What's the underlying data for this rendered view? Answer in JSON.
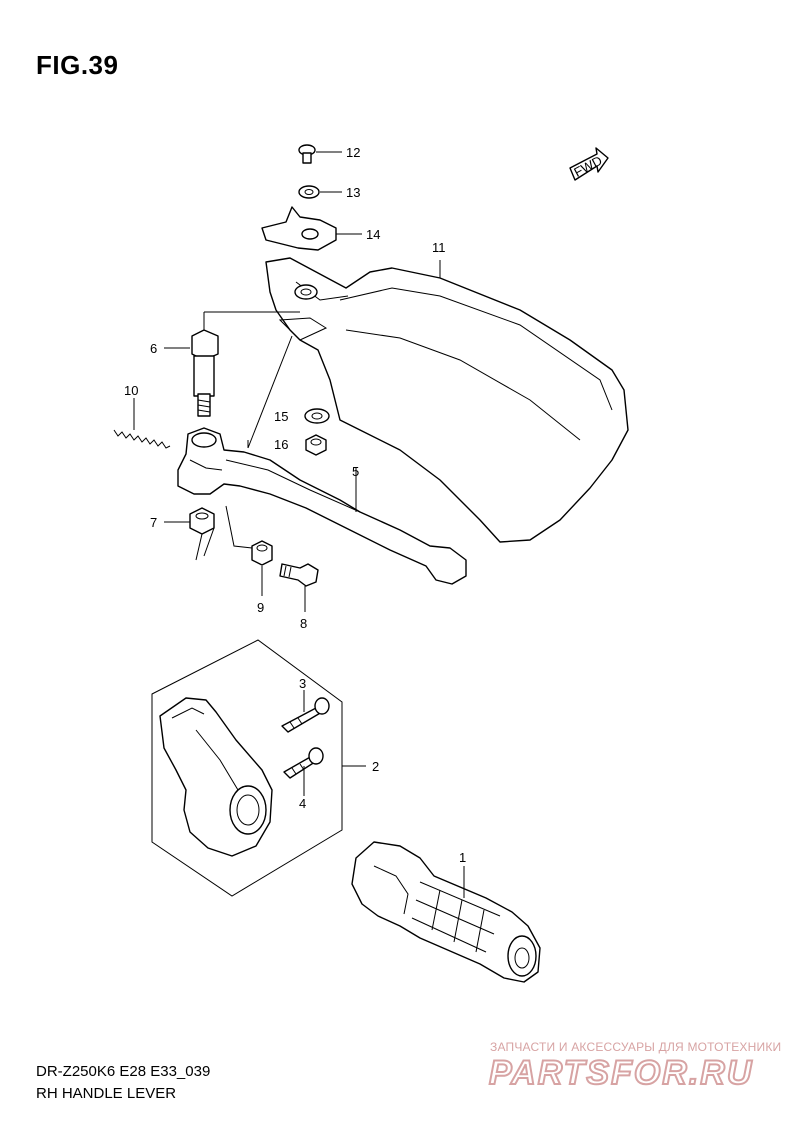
{
  "figure": {
    "title": "FIG.39"
  },
  "direction_marker": {
    "text": "FWD"
  },
  "callouts": [
    {
      "id": "12",
      "label": "12"
    },
    {
      "id": "13",
      "label": "13"
    },
    {
      "id": "14",
      "label": "14"
    },
    {
      "id": "11",
      "label": "11"
    },
    {
      "id": "6",
      "label": "6"
    },
    {
      "id": "10",
      "label": "10"
    },
    {
      "id": "15",
      "label": "15"
    },
    {
      "id": "16",
      "label": "16"
    },
    {
      "id": "5",
      "label": "5"
    },
    {
      "id": "7",
      "label": "7"
    },
    {
      "id": "9",
      "label": "9"
    },
    {
      "id": "8",
      "label": "8"
    },
    {
      "id": "3",
      "label": "3"
    },
    {
      "id": "2",
      "label": "2"
    },
    {
      "id": "4",
      "label": "4"
    },
    {
      "id": "1",
      "label": "1"
    }
  ],
  "footer": {
    "model_code": "DR-Z250K6 E28 E33_039",
    "group_name": "RH HANDLE LEVER"
  },
  "watermark": {
    "caption": "ЗАПЧАСТИ И АКСЕССУАРЫ ДЛЯ МОТОТЕХНИКИ",
    "logo": "PARTSFOR.RU",
    "color": "#d7a3a3"
  }
}
